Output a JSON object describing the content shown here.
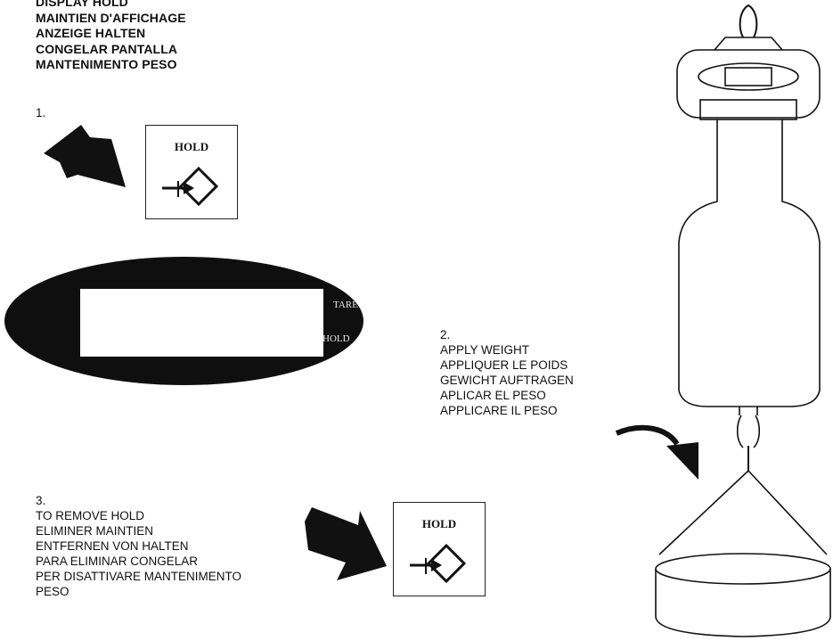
{
  "titles": [
    "DISPLAY HOLD",
    "MAINTIEN D'AFFICHAGE",
    "ANZEIGE HALTEN",
    "CONGELAR PANTALLA",
    "MANTENIMENTO PESO"
  ],
  "step1": {
    "number": "1."
  },
  "step2": {
    "number": "2.",
    "lines": [
      "APPLY WEIGHT",
      "APPLIQUER LE POIDS",
      "GEWICHT AUFTRAGEN",
      "APLICAR EL PESO",
      "APPLICARE IL PESO"
    ]
  },
  "step3": {
    "number": "3.",
    "lines": [
      "TO REMOVE HOLD",
      "ELIMINER MAINTIEN",
      "ENTFERNEN  VON HALTEN",
      "PARA ELIMINAR CONGELAR",
      "PER DISATTIVARE MANTENIMENTO",
      "PESO"
    ]
  },
  "hold_key": {
    "label": "HOLD",
    "icon": "hold-diamond-arrow-icon"
  },
  "display": {
    "tare_label": "TARE",
    "hold_label": "HOLD"
  },
  "colors": {
    "ink": "#111111",
    "display_body": "#0f0f0f"
  }
}
